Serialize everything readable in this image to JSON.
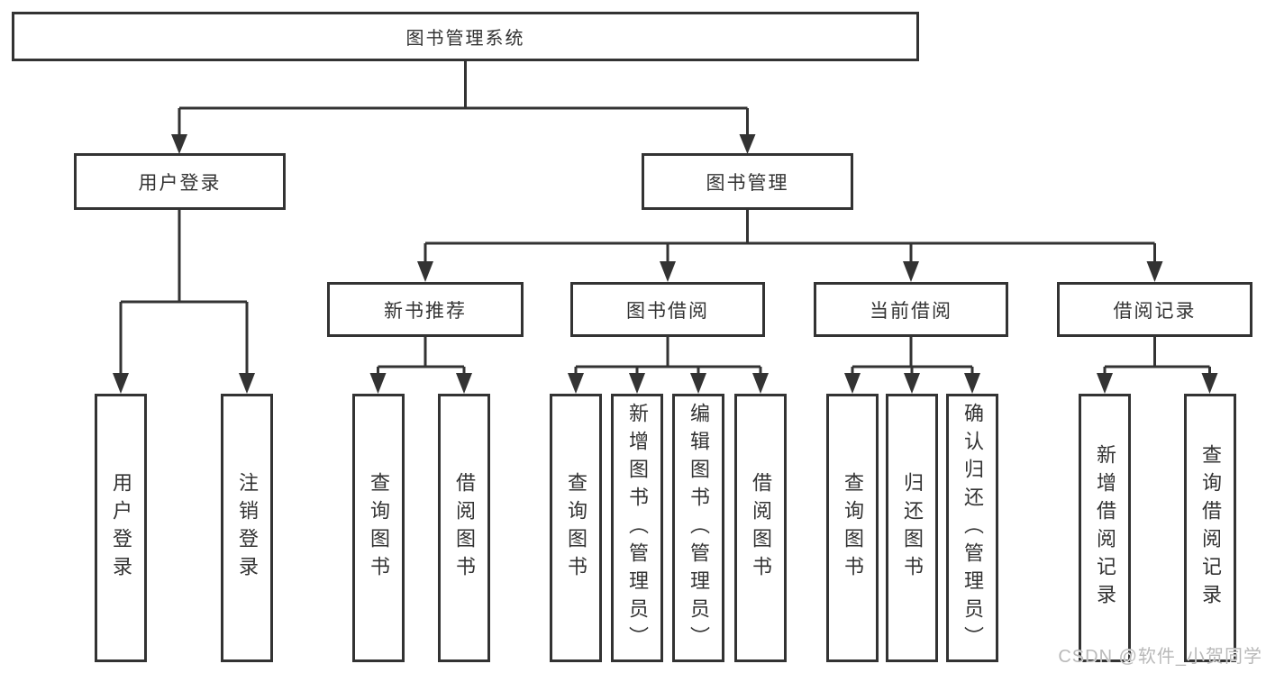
{
  "diagram": {
    "root": {
      "label": "图书管理系统"
    },
    "branches": [
      {
        "label": "用户登录",
        "children": [
          {
            "label": "用户登录"
          },
          {
            "label": "注销登录"
          }
        ]
      },
      {
        "label": "图书管理",
        "children": [
          {
            "label": "新书推荐",
            "children": [
              {
                "label": "查询图书"
              },
              {
                "label": "借阅图书"
              }
            ]
          },
          {
            "label": "图书借阅",
            "children": [
              {
                "label": "查询图书"
              },
              {
                "label": "新增图书（管理员）"
              },
              {
                "label": "编辑图书（管理员）"
              },
              {
                "label": "借阅图书"
              }
            ]
          },
          {
            "label": "当前借阅",
            "children": [
              {
                "label": "查询图书"
              },
              {
                "label": "归还图书"
              },
              {
                "label": "确认归还（管理员）"
              }
            ]
          },
          {
            "label": "借阅记录",
            "children": [
              {
                "label": "新增借阅记录"
              },
              {
                "label": "查询借阅记录"
              }
            ]
          }
        ]
      }
    ],
    "watermark": "CSDN @软件_小贺同学",
    "colors": {
      "line": "#333333",
      "text": "#333333",
      "background": "#ffffff",
      "watermark": "#b9b9b9"
    }
  }
}
